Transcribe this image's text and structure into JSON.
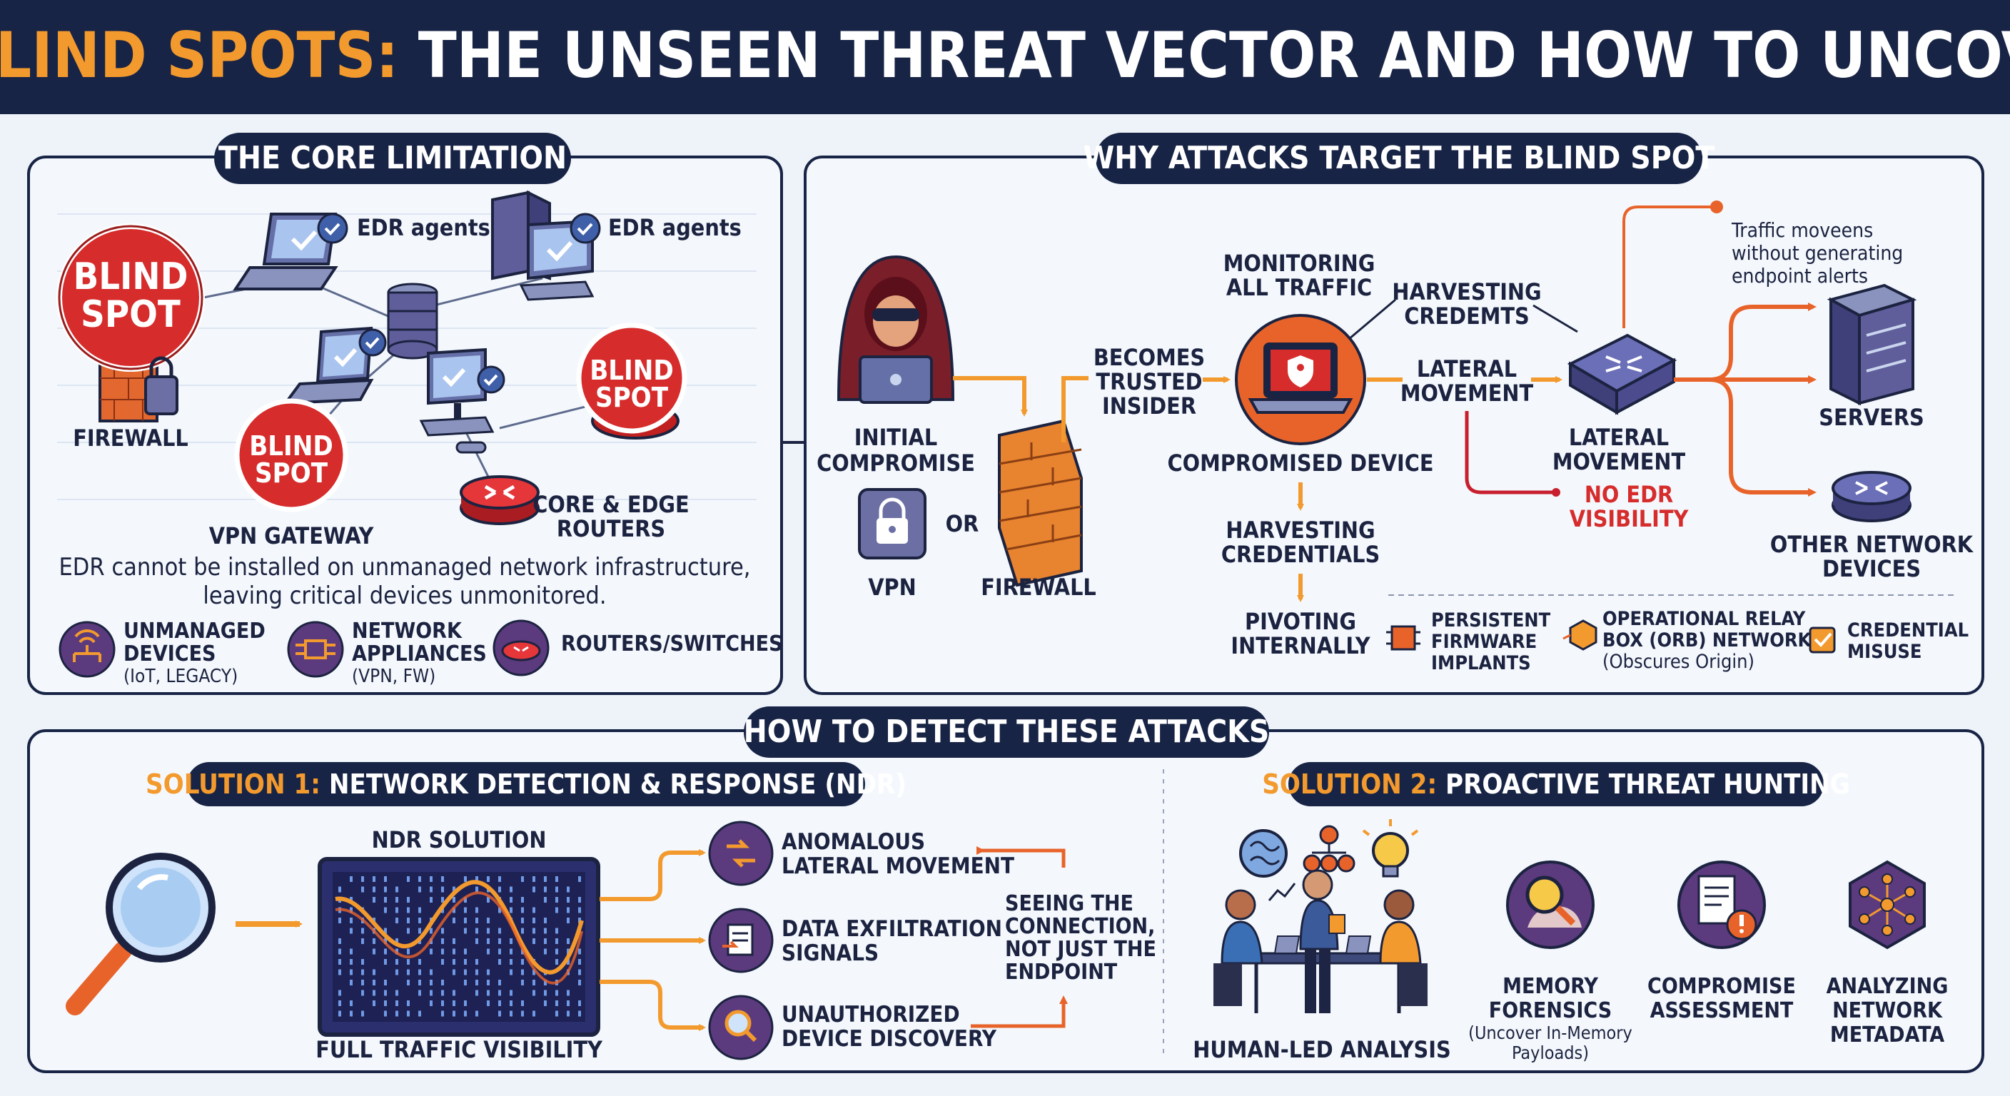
{
  "header": {
    "title_accent": "EDR BLIND SPOTS:",
    "title_rest": " THE UNSEEN THREAT VECTOR AND HOW TO UNCOVER IT"
  },
  "core": {
    "title": "THE CORE LIMITATION",
    "edr_agents_1": "EDR agents",
    "edr_agents_2": "EDR agents",
    "blind_word": "BLIND",
    "spot_word": "SPOT",
    "firewall": "FIREWALL",
    "vpn_gateway": "VPN GATEWAY",
    "routers_1": "CORE & EDGE",
    "routers_2": "ROUTERS",
    "desc_1": "EDR cannot be installed on unmanaged network infrastructure,",
    "desc_2": "leaving critical devices unmonitored.",
    "legend": [
      {
        "l1": "UNMANAGED",
        "l2": "DEVICES",
        "l3": "(IoT, LEGACY)"
      },
      {
        "l1": "NETWORK",
        "l2": "APPLIANCES",
        "l3": "(VPN, FW)"
      },
      {
        "l1": "ROUTERS/SWITCHES",
        "l2": "",
        "l3": ""
      }
    ]
  },
  "why": {
    "title": "WHY ATTACKS TARGET THE BLIND SPOT",
    "initial_1": "INITIAL",
    "initial_2": "COMPROMISE",
    "or": "OR",
    "vpn": "VPN",
    "firewall": "FIREWALL",
    "becomes_1": "BECOMES",
    "becomes_2": "TRUSTED",
    "becomes_3": "INSIDER",
    "monitoring_1": "MONITORING",
    "monitoring_2": "ALL TRAFFIC",
    "compromised": "COMPROMISED DEVICE",
    "harvesting_top_1": "HARVESTING",
    "harvesting_top_2": "CREDEMTS",
    "lateral_mid_1": "LATERAL",
    "lateral_mid_2": "MOVEMENT",
    "harvesting_bottom_1": "HARVESTING",
    "harvesting_bottom_2": "CREDENTIALS",
    "pivoting_1": "PIVOTING",
    "pivoting_2": "INTERNALLY",
    "lateral_switch_1": "LATERAL",
    "lateral_switch_2": "MOVEMENT",
    "no_edr_1": "NO EDR",
    "no_edr_2": "VISIBILITY",
    "traffic_1": "Traffic moveens",
    "traffic_2": "without generating",
    "traffic_3": "endpoint alerts",
    "servers": "SERVERS",
    "other_1": "OTHER NETWORK",
    "other_2": "DEVICES",
    "tactics": [
      {
        "l1": "PERSISTENT",
        "l2": "FIRMWARE",
        "l3": "IMPLANTS"
      },
      {
        "l1": "OPERATIONAL RELAY",
        "l2": "BOX (ORB) NETWORKS",
        "l3": "(Obscures Origin)"
      },
      {
        "l1": "CREDENTIAL",
        "l2": "MISUSE",
        "l3": ""
      }
    ]
  },
  "detect": {
    "title": "HOW TO DETECT THESE ATTACKS",
    "sol1_prefix": "SOLUTION 1:",
    "sol1_rest": " NETWORK DETECTION & RESPONSE (NDR)",
    "ndr_solution": "NDR SOLUTION",
    "full_traffic": "FULL TRAFFIC VISIBILITY",
    "signals": [
      {
        "l1": "ANOMALOUS",
        "l2": "LATERAL MOVEMENT"
      },
      {
        "l1": "DATA EXFILTRATION",
        "l2": "SIGNALS"
      },
      {
        "l1": "UNAUTHORIZED",
        "l2": "DEVICE DISCOVERY"
      }
    ],
    "seeing": [
      "SEEING THE",
      "CONNECTION,",
      "NOT JUST THE",
      "ENDPOINT"
    ],
    "sol2_prefix": "SOLUTION 2:",
    "sol2_rest": " PROACTIVE THREAT HUNTING",
    "human_led": "HUMAN-LED ANALYSIS",
    "memory": [
      "MEMORY",
      "FORENSICS",
      "(Uncover In-Memory",
      "Payloads)"
    ],
    "compromise": [
      "COMPROMISE",
      "ASSESSMENT"
    ],
    "analyzing": [
      "ANALYZING",
      "NETWORK",
      "METADATA"
    ]
  },
  "colors": {
    "navy": "#182445",
    "orange": "#f39a2e",
    "red": "#d62c2c",
    "purple": "#5b3a7e",
    "background": "#eef3fa"
  }
}
